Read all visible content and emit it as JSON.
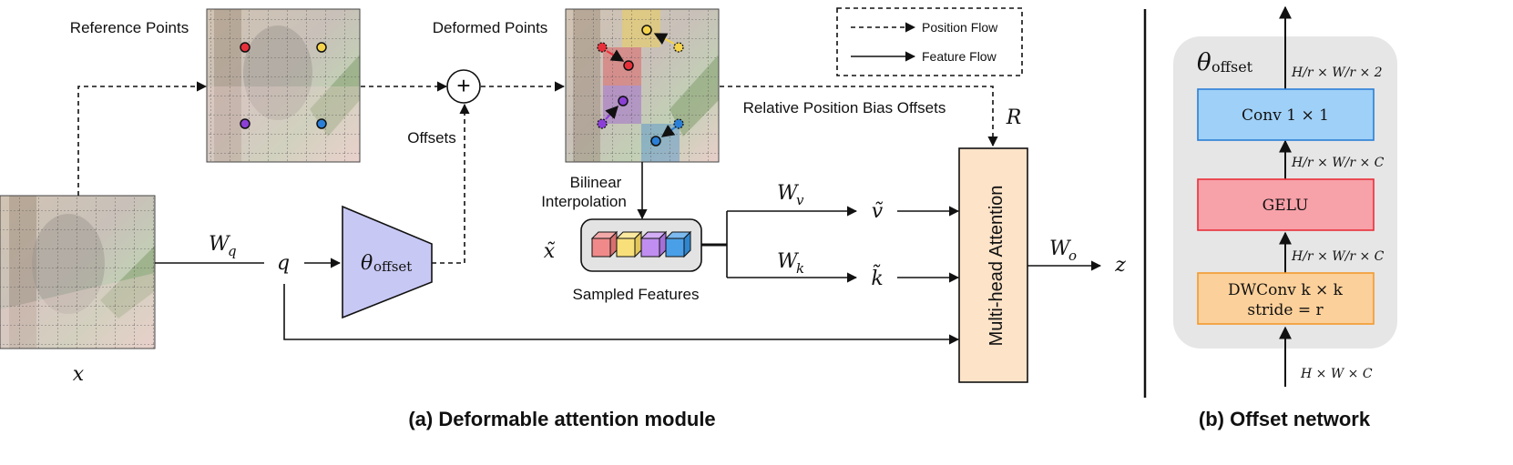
{
  "panel_a": {
    "caption": "(a)  Deformable attention module",
    "reference_points_label": "Reference Points",
    "deformed_points_label": "Deformed Points",
    "offsets_label": "Offsets",
    "bilinear_label_line1": "Bilinear",
    "bilinear_label_line2": "Interpolation",
    "sampled_features_label": "Sampled Features",
    "relative_bias_label": "Relative Position Bias Offsets",
    "legend": {
      "position_flow": "Position Flow",
      "feature_flow": "Feature Flow"
    },
    "symbols": {
      "x": "x",
      "x_tilde": "x̃",
      "q": "q",
      "Wq": "W",
      "Wq_sub": "q",
      "Wv": "W",
      "Wv_sub": "v",
      "Wk": "W",
      "Wk_sub": "k",
      "Wo": "W",
      "Wo_sub": "o",
      "v_tilde": "ṽ",
      "k_tilde": "k̃",
      "z": "z",
      "R": "R",
      "theta": "θ",
      "theta_sub": "offset"
    },
    "mha_label": "Multi-head Attention",
    "plus_symbol": "+",
    "colors": {
      "theta_fill": "#c8c8f5",
      "mha_fill": "#fde3c8",
      "red": "#e8303a",
      "yellow": "#f5d34a",
      "purple": "#8b3fd6",
      "blue": "#2b7fd6",
      "cube_red": "#f08a8a",
      "cube_yellow": "#f8df79",
      "cube_purple": "#c08ef0",
      "cube_blue": "#4aa0e8"
    }
  },
  "panel_b": {
    "caption": "(b)  Offset network",
    "theta": "θ",
    "theta_sub": "offset",
    "blocks": [
      {
        "label": "Conv 1 × 1",
        "color": "#9fd0f7"
      },
      {
        "label": "GELU",
        "color": "#f7a1a8"
      },
      {
        "label_line1": "DWConv k × k",
        "label_line2": "stride = r",
        "color": "#fcd09a"
      }
    ],
    "dims": {
      "top": "H/r × W/r × 2",
      "mid1": "H/r × W/r × C",
      "mid2": "H/r × W/r × C",
      "bottom": "H × W × C"
    }
  }
}
